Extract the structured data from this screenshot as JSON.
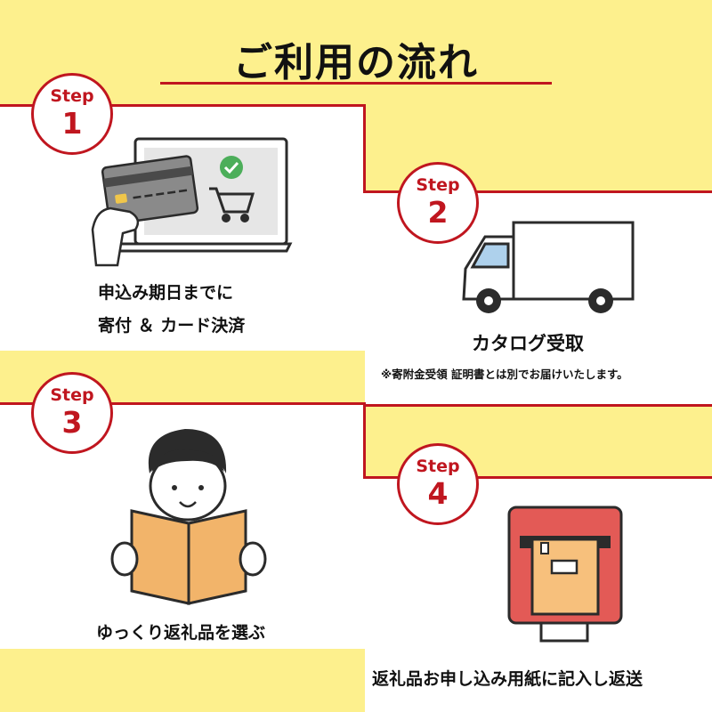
{
  "page_title": "ご利用の流れ",
  "step_word": "Step",
  "steps": [
    {
      "number": "1",
      "lines": [
        "申込み期日までに",
        "寄付 ＆ カード決済"
      ]
    },
    {
      "number": "2",
      "title": "カタログ受取",
      "note": "※寄附金受領 証明書とは別でお届けいたします。"
    },
    {
      "number": "3",
      "title": "ゆっくり返礼品を選ぶ"
    },
    {
      "number": "4",
      "title": "返礼品お申し込み用紙に記入し返送"
    }
  ],
  "colors": {
    "background": "#fdf08d",
    "panel": "#ffffff",
    "accent": "#c0161f"
  },
  "icons": [
    "laptop-icon",
    "credit-card-icon",
    "check-icon",
    "shopping-cart-icon",
    "hand-icon",
    "truck-icon",
    "person-reading-icon",
    "open-book-icon",
    "postbox-icon",
    "envelope-icon"
  ]
}
